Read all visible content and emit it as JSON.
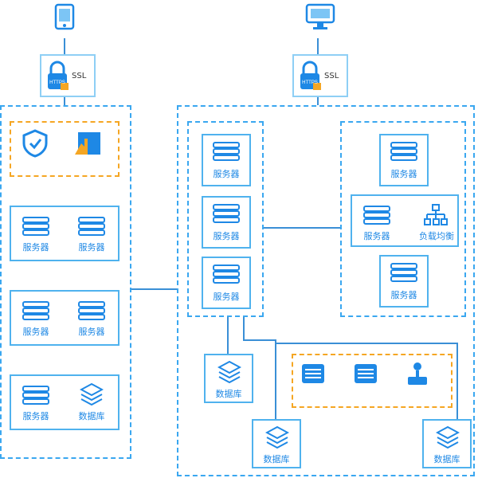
{
  "top": {
    "left_client_label": "",
    "right_client_label": "",
    "ssl_label_left": "SSL",
    "ssl_label_right": "SSL",
    "https_badge": "HTTPS"
  },
  "left_panel": {
    "security_items": [
      "",
      ""
    ],
    "group1": {
      "servers": [
        "服务器",
        "服务器"
      ],
      "caption": ""
    },
    "group2": {
      "servers": [
        "服务器",
        "服务器"
      ],
      "caption": ""
    },
    "group3": {
      "server": "服务器",
      "db": "数据库",
      "caption": ""
    },
    "link_label": ""
  },
  "right_panel": {
    "left_column": {
      "servers": [
        "服务器",
        "服务器",
        "服务器"
      ],
      "caption": ""
    },
    "link_label": "",
    "right_column": {
      "servers": [
        "服务器",
        "服务器",
        "服务器"
      ],
      "lb": "负载均衡",
      "caption": ""
    },
    "databases": [
      "数据库",
      "数据库",
      "数据库"
    ],
    "storage_items": [
      "",
      "",
      ""
    ]
  },
  "colors": {
    "blue": "#3aa7f0",
    "orange": "#f5a623",
    "text": "#1e88e5"
  }
}
